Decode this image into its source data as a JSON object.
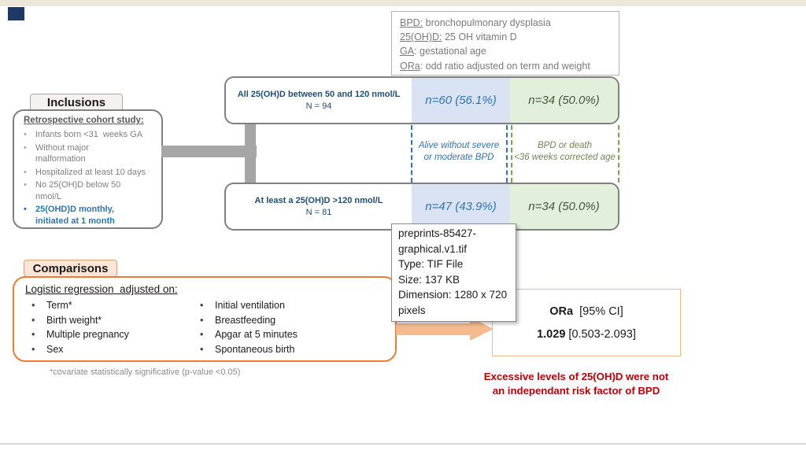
{
  "legend": {
    "items": [
      {
        "abbr": "BPD:",
        "rest": " bronchopulmonary dysplasia"
      },
      {
        "abbr": "25(OH)D:",
        "rest": " 25 OH vitamin D"
      },
      {
        "abbr": "GA",
        "rest": ": gestational age"
      },
      {
        "abbr": "ORa",
        "rest": ": odd ratio adjusted on term and weight"
      }
    ]
  },
  "inclusions": {
    "title": "Inclusions",
    "heading": "Retrospective cohort study:",
    "items": [
      "Infants born <31  weeks GA",
      "Without major\nmalformation",
      "Hospitalized at least 10 days",
      "No 25(OH)D below 50\nnmol/L"
    ],
    "highlight_item": "25(OHD)D monthly,\ninitiated at 1 month"
  },
  "flowchart": {
    "rows": [
      {
        "label": "All 25(OH)D between 50 and 120 nmol/L",
        "n": "N = 94",
        "blue": "n=60 (56.1%)",
        "green": "n=34 (50.0%)"
      },
      {
        "label": "At least a 25(OH)D >120 nmol/L",
        "n": "N = 81",
        "blue": "n=47 (43.9%)",
        "green": "n=34 (50.0%)"
      }
    ],
    "blue_outcome": {
      "line1": "Alive without severe",
      "line2": "or moderate BPD"
    },
    "green_outcome": {
      "line1": "BPD or death",
      "line2": "<36 weeks corrected age"
    }
  },
  "tooltip": {
    "lines": [
      "preprints-85427-",
      "graphical.v1.tif",
      "Type: TIF File",
      "Size: 137 KB",
      "Dimension: 1280 x 720",
      "pixels"
    ]
  },
  "comparisons": {
    "title": "Comparisons",
    "heading": "Logistic regression  adjusted on:",
    "col1": [
      "Term*",
      "Birth weight*",
      "Multiple pregnancy",
      "Sex"
    ],
    "col2": [
      "Initial ventilation",
      "Breastfeeding",
      "Apgar at 5 minutes",
      "Spontaneous birth"
    ],
    "footnote": "*covariate statistically significative (p-value <0.05)"
  },
  "result": {
    "ora_label": "ORa",
    "ora_rest": "  [95% CI]",
    "value_label": "1.029",
    "value_rest": " [0.503-2.093]"
  },
  "conclusion": {
    "line1": "Excessive levels of 25(OH)D were not",
    "line2": "an independant risk factor of BPD"
  },
  "colors": {
    "accent_blue": "#2e75b6",
    "dark_blue": "#1f4e79",
    "blue_cell_bg": "#dae3f3",
    "green_cell_bg": "#e2efda",
    "green_text": "#6f8655",
    "orange": "#ed7d31",
    "salmon_arrow": "#f5bb8e",
    "red": "#c00000",
    "gray_border": "#7f7f7f"
  }
}
